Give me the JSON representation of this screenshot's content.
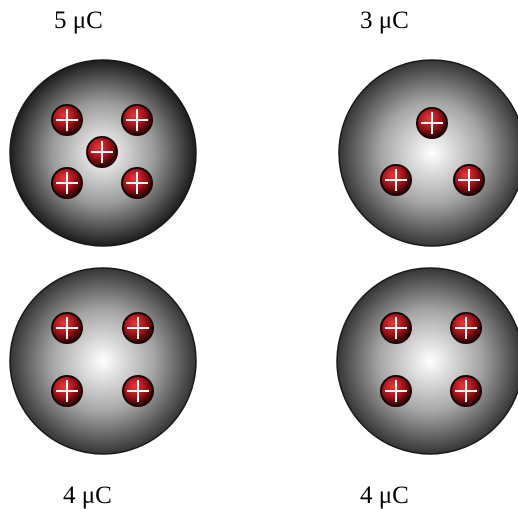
{
  "spheres": [
    {
      "label": "5 μC",
      "charge_count": 5
    },
    {
      "label": "3 μC",
      "charge_count": 3
    },
    {
      "label": "4 μC",
      "charge_count": 4
    },
    {
      "label": "4 μC",
      "charge_count": 4
    }
  ],
  "colors": {
    "sphere_highlight": "#ffffff",
    "sphere_edge": "#1a1a1a",
    "charge_fill": "#c0141a",
    "charge_dark": "#3a0000",
    "charge_sign": "#ffffff"
  }
}
